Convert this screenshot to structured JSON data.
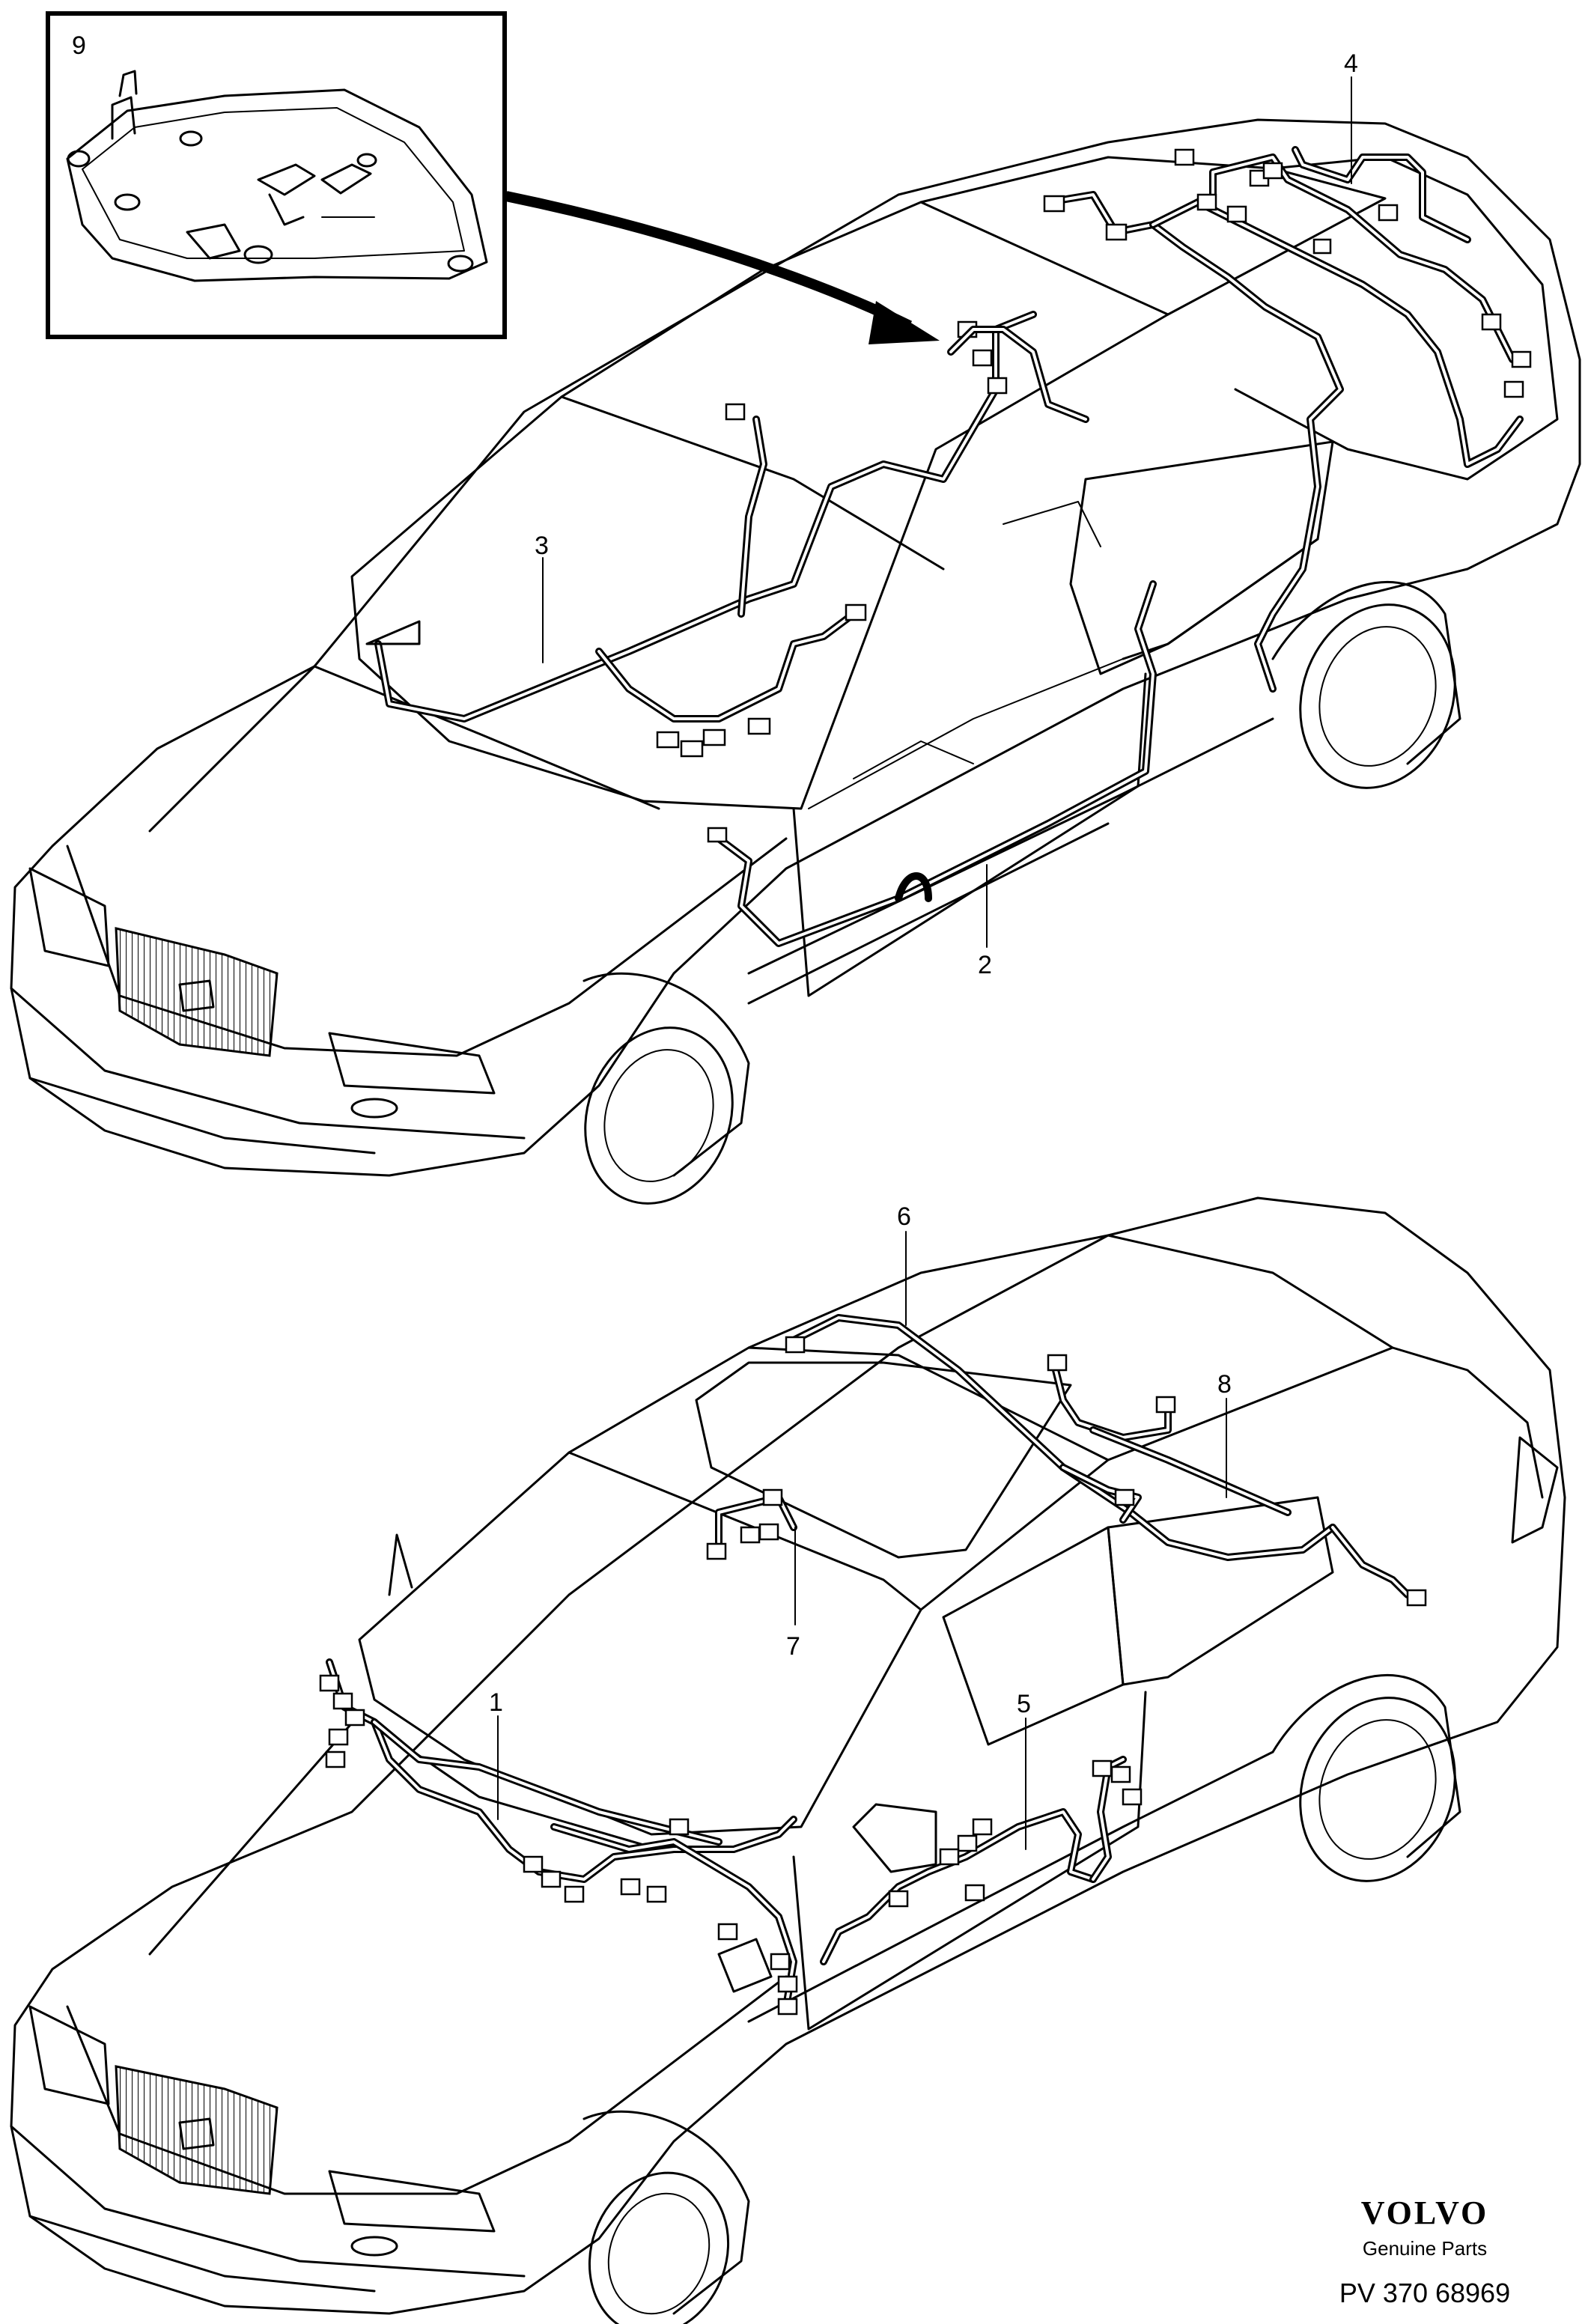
{
  "callouts": [
    {
      "id": "1",
      "label": "1"
    },
    {
      "id": "2",
      "label": "2"
    },
    {
      "id": "3",
      "label": "3"
    },
    {
      "id": "4",
      "label": "4"
    },
    {
      "id": "5",
      "label": "5"
    },
    {
      "id": "6",
      "label": "6"
    },
    {
      "id": "7",
      "label": "7"
    },
    {
      "id": "8",
      "label": "8"
    },
    {
      "id": "9",
      "label": "9"
    }
  ],
  "branding": {
    "logo_text": "VOLVO",
    "subtitle": "Genuine Parts",
    "code": "PV 370 68969"
  },
  "colors": {
    "line": "#000000",
    "background": "#ffffff"
  }
}
